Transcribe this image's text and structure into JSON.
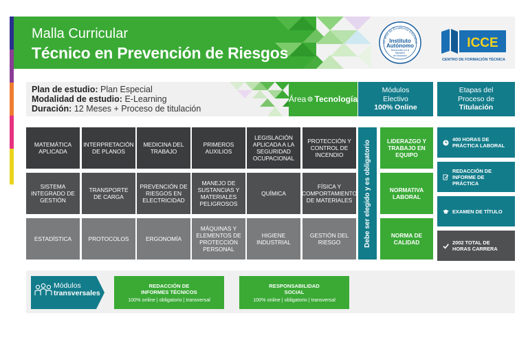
{
  "header": {
    "title_line1": "Malla Curricular",
    "title_line2": "Técnico en Prevención de Riesgos",
    "seal": {
      "arc_text": "10 años de Excelencia Educativa",
      "name_line1": "Instituto",
      "name_line2": "Autónomo",
      "sub_line1": "Reconocido por el",
      "sub_line2": "Ministerio",
      "sub_line3": "de Educación"
    },
    "logo": {
      "text": "ICCE",
      "subtitle": "CENTRO DE FORMACIÓN TÉCNICA"
    }
  },
  "info": {
    "plan_label": "Plan de estudio:",
    "plan_value": "Plan Especial",
    "modalidad_label": "Modalidad de estudio:",
    "modalidad_value": "E-Learning",
    "duracion_label": "Duración:",
    "duracion_value": "12 Meses + Proceso de titulación",
    "area_label": "Área",
    "area_value": "Tecnología"
  },
  "modulos_electivo": {
    "line1": "Módulos",
    "line2": "Electivo",
    "line3": "100% Online"
  },
  "etapas": {
    "line1": "Etapas del",
    "line2": "Proceso de",
    "line3": "Titulación"
  },
  "courses": {
    "row1": [
      "Matemática aplicada",
      "Interpretación de planos",
      "Medicina del trabajo",
      "Primeros auxilios",
      "Legislación aplicada a la seguridad ocupacional",
      "Protección y control de incendio"
    ],
    "row2": [
      "Sistema integrado de gestión",
      "Transporte de carga",
      "Prevención de riesgos en electricidad",
      "Manejo de sustancias y materiales peligrosos",
      "Química",
      "Física y comportamiento de materiales"
    ],
    "row3": [
      "Estadística",
      "Protocolos",
      "Ergonomía",
      "Máquinas y elementos de protección personal",
      "Higiene industrial",
      "Gestión del riesgo"
    ]
  },
  "electivo_note": "Debe ser elegido y es obligatorio",
  "electivos": [
    "Liderazgo y trabajo en equipo",
    "Normativa laboral",
    "Norma de calidad"
  ],
  "stages": [
    {
      "icon": "clock-icon",
      "text": "400 horas de práctica laboral"
    },
    {
      "icon": "document-edit-icon",
      "text": "Redacción de informe de práctica"
    },
    {
      "icon": "graduation-cap-icon",
      "text": "Examen de título"
    },
    {
      "icon": "checkmark-icon",
      "text": "2002 total de horas carrera"
    }
  ],
  "transversales": {
    "label_line1": "Módulos",
    "label_line2": "transversales",
    "items": [
      {
        "title_line1": "Redacción de",
        "title_line2": "informes técnicos",
        "sub": "100% online | obligatorio | transversal"
      },
      {
        "title_line1": "Responsabilidad",
        "title_line2": "social",
        "sub": "100% online | obligatorio | transversal"
      }
    ]
  },
  "colors": {
    "green": "#3aaa35",
    "teal": "#137c8b",
    "dark_gray": "#3b3c3e",
    "mid_gray": "#4e5052",
    "light_gray": "#7a7b7d",
    "accent_blue": "#2b2f8e",
    "accent_purple": "#8a3d96",
    "accent_magenta": "#c54aa6",
    "accent_orange": "#ee7d32",
    "accent_pink": "#e6337f",
    "accent_yellow": "#ead41e"
  }
}
